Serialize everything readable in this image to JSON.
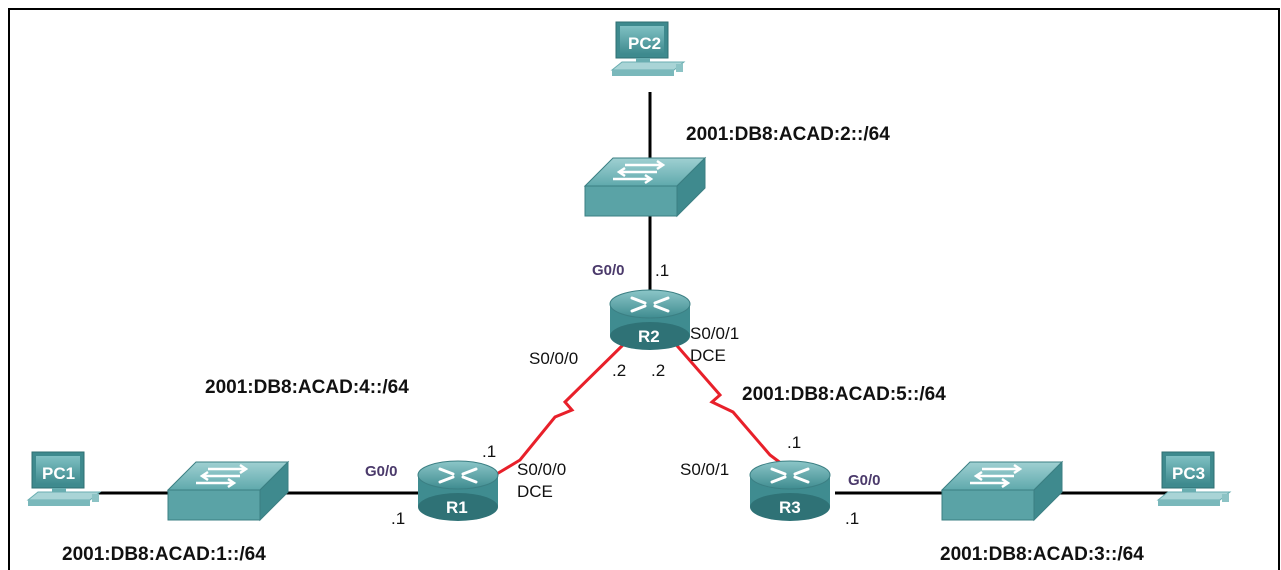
{
  "networks": {
    "lan_r2": "2001:DB8:ACAD:2::/64",
    "wan_r1_r2": "2001:DB8:ACAD:4::/64",
    "wan_r2_r3": "2001:DB8:ACAD:5::/64",
    "lan_r1": "2001:DB8:ACAD:1::/64",
    "lan_r3": "2001:DB8:ACAD:3::/64"
  },
  "devices": {
    "pc1": "PC1",
    "pc2": "PC2",
    "pc3": "PC3",
    "r1": "R1",
    "r2": "R2",
    "r3": "R3"
  },
  "interfaces": {
    "r2_g00": "G0/0",
    "r2_g00_addr": ".1",
    "r2_s000": "S0/0/0",
    "r2_s000_addr": ".2",
    "r2_s001": "S0/0/1",
    "r2_s001_dce": "DCE",
    "r2_s001_addr": ".2",
    "r1_g00": "G0/0",
    "r1_g00_addr": ".1",
    "r1_s000": "S0/0/0",
    "r1_s000_dce": "DCE",
    "r1_s000_addr": ".1",
    "r3_s001": "S0/0/1",
    "r3_s001_addr": ".1",
    "r3_g00": "G0/0",
    "r3_g00_addr": ".1"
  },
  "colors": {
    "ethernet_link": "#000000",
    "serial_link": "#e8202a",
    "device_teal": "#4f9ea1",
    "device_dark": "#2f7276",
    "interface_label": "#4b3a6b"
  }
}
